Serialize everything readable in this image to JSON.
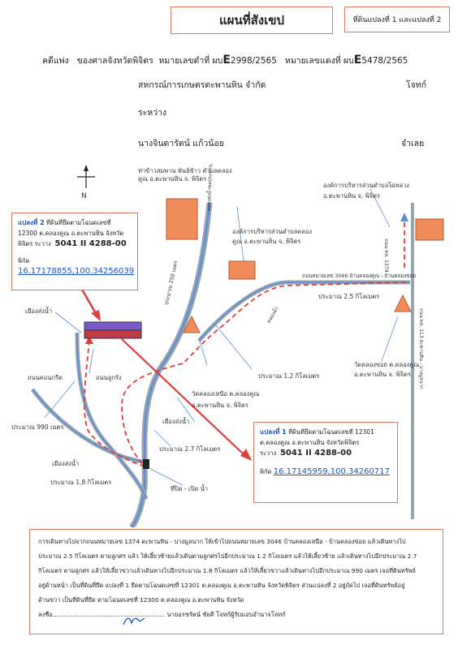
{
  "header": {
    "title": "แผนที่สังเขป",
    "plots_box": "ที่ดินแปลงที่ 1 และแปลงที่ 2",
    "case_prefix": "คดีแพ่ง",
    "court": "ของศาลจังหวัดพิจิตร",
    "black_case_label": "หมายเลขดำที่ ผบ",
    "black_case_big": "E",
    "black_case_num": "2998/2565",
    "red_case_label": "หมายเลขแดงที่ ผบ",
    "red_case_big": "E",
    "red_case_num": "5478/2565",
    "plaintiff": "สหกรณ์การเกษตรตะพานหิน จำกัด",
    "plaintiff_role": "โจทก์",
    "between": "ระหว่าง",
    "defendant": "นางจินดารัตน์ แก้วน้อย",
    "defendant_role": "จำเลย"
  },
  "compass": {
    "north": "N"
  },
  "map_labels": {
    "temple_pier_1": "ท่าข้าวสมพาน พันธ์ข้าว ตำบลคลอง",
    "temple_pier_2": "คูณ อ.ตะพานหิน จ. พิจิตร",
    "sao_top_1": "องค์การบริหารส่วนตำบลไผ่หลวง",
    "sao_top_2": "อ.ตะพานหิน จ. พิจิตร",
    "sao_mid_1": "องค์การบริหารส่วนตำบลคลอง",
    "sao_mid_2": "คูณ อ.ตะพานหิน จ. พิจิตร",
    "road_label": "ถนนหมายเลข 3046 บ้านคลองคูณ - บ้านคลองข่อย",
    "road_vertical_1": "ถนน ทล. 1374",
    "road_vertical_2": "ถนน ทล. 113 สะพานหิน - บางมูลนาก",
    "dist_150": "ประมาณ 250 เมตร",
    "dist_25": "ประมาณ 2.5 กิโลเมตร",
    "dist_12": "ประมาณ 1.2 กิโลเมตร",
    "dist_27": "ประมาณ 2.7 กิโลเมตร",
    "dist_990": "ประมาณ 990 เมตร",
    "dist_18": "ประมาณ 1.8 กิโลเมตร",
    "canal_left": "เมืองส่งน้ำ",
    "canal_mid": "เมืองส่งน้ำ",
    "canal_bottom": "เมืองส่งน้ำ",
    "road_concrete": "ถนนคอนกรีต",
    "road_gravel": "ถนนลูกรัง",
    "wat_klong_khoi_1": "วัดคลองข่อย ต.คลองคูณ",
    "wat_klong_khoi_2": "อ.ตะพานหิน จ. พิจิตร",
    "wat_klong_khun_1": "วัดคลองเหนือ ต.คลองคูณ",
    "wat_klong_khun_2": "อ.ตะพานหิน จ. พิจิตร",
    "gate": "ที่ปิด - เปิด น้ำ",
    "river_label": "คลองส่งน้ำชลประทาน",
    "water": "คลองน้ำ"
  },
  "plot2": {
    "title": "แปลงที่ 2",
    "line1": "ที่ดินที่ยึดตามโฉนดเลขที่",
    "line2": "12300 ต.คลองคูณ อ.ตะพานหิน จังหวัด",
    "line3": "พิจิตร ระวาง",
    "map_sheet": "5041 II 4288-00",
    "coord_label": "พิกัด",
    "coord": "16.17178855,100.34256039"
  },
  "plot1": {
    "title": "แปลงที่ 1",
    "line1": "ที่ดินที่ยึดตามโฉนดเลขที่ 12301",
    "line2": "ต.คลองคูณ อ.ตะพานหิน จังหวัดพิจิตร",
    "line3": "ระวาง",
    "map_sheet": "5041 II 4288-00",
    "coord_label": "พิกัด",
    "coord": "16.17145959,100.34260717"
  },
  "directions": {
    "p1": "การเดินทางไปจากถนนหมายเลข 1374 ตะพานหิน - บางมูลนาก ให้เข้าไปถนนหมายเลข 3046 บ้านคลองเหนือ - บ้านคลองข่อย แล้วเดินทางไป",
    "p2": "ประมาณ 2.5 กิโลเมตร ตามลูกศร แล้ว ให้เลี้ยวซ้ายแล้วเดินตามลูกศรไปอีกประมาณ 1.2 กิโลเมตร แล้วให้เลี้ยวซ้าย แล้วเดินทางไปอีกประมาณ 2.7",
    "p3": "กิโลเมตร ตามลูกศร แล้วให้เลี้ยวขวาแล้วเดินทางไปอีกประมาณ 1.8 กิโลเมตร แล้วให้เลี้ยวขวาแล้วเดินทางไปอีกประมาณ 990 เมตร เจอที่ดินทรัพย์",
    "p4": "อยู่ด้านหน้า เป็นที่ดินที่ยึด แปลงที่ 1 ยึดตามโฉนดเลขที่ 12301 ต.คลองคูณ อ.ตะพานหิน จังหวัดพิจิตร ส่วนแปลงที่ 2 อยู่ถัดไป เจอที่ดินทรัพย์อยู่",
    "p5": "ด้านขวา เป็นที่ดินที่ยึด ตามโฉนดเลขที่ 12300 ต.คลองคูณ อ.ตะพานหิน จังหวัด",
    "sign_prefix": "ลงชื่อ..........................................................",
    "sign_name": "นายอรชรัตน์ ชัยดี โจทก์ผู้รับมอบอำนาจโจทก์"
  },
  "colors": {
    "accent_border": "#e07a5f",
    "building": "#f08c5a",
    "route_red": "#e23b3b",
    "road_blue": "#5a8fd6",
    "plot_purple": "#7b5bc7",
    "link_blue": "#1a55c4"
  }
}
